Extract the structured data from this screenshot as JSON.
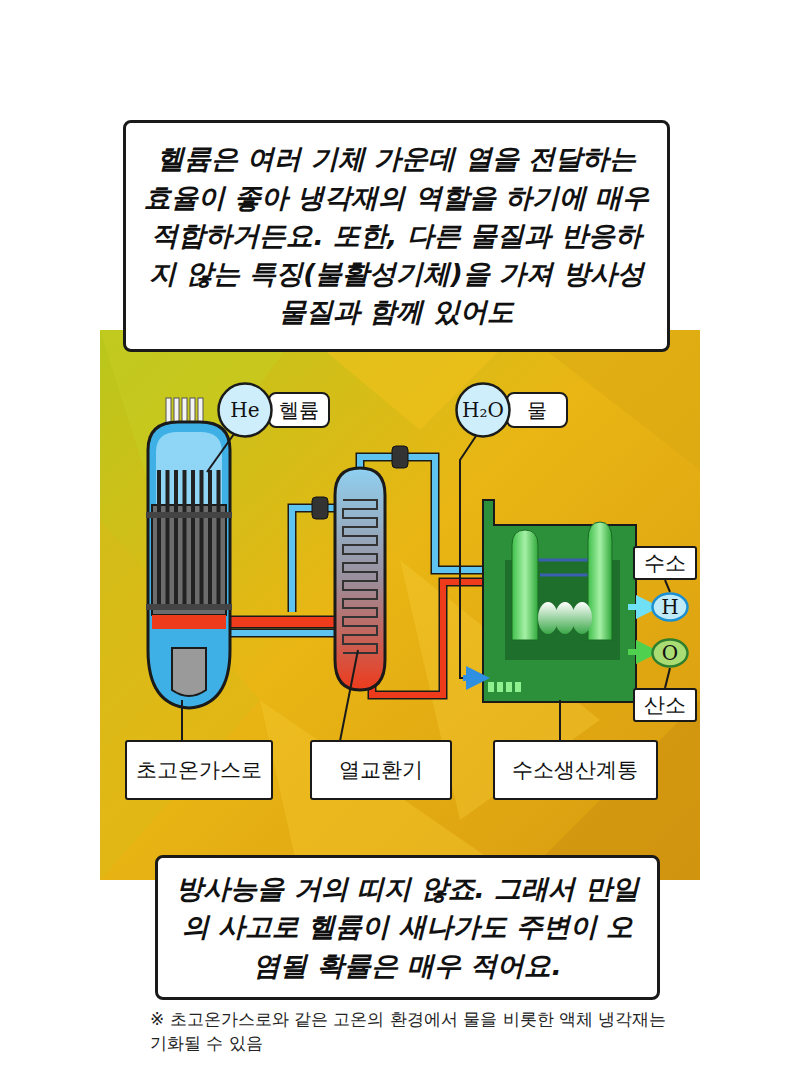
{
  "diagram": {
    "nodes": [
      {
        "text": [
          "헬륨은 여러 기체 가운데 열을 전달하는 효율이 좋아 냉각재의 역할을 하기에 매우 적합하거든요. 또한, 다른 물질과 반응하지 않는 특징(불활성기체)을 가져 방사성물질과 함께 있어도"
        ]
      },
      {
        "text": [
          "He"
        ]
      },
      {
        "text": [
          "헬륨"
        ]
      },
      {
        "text": [
          "H₂O"
        ]
      },
      {
        "text": [
          "물"
        ]
      },
      {
        "text": [
          "수소"
        ]
      },
      {
        "text": [
          "H"
        ]
      },
      {
        "text": [
          "O"
        ]
      },
      {
        "text": [
          "산소"
        ]
      },
      {
        "text": [
          "초고온가스로"
        ]
      },
      {
        "text": [
          "열교환기"
        ]
      },
      {
        "text": [
          "수소생산계통"
        ]
      },
      {
        "text": [
          "방사능을 거의 띠지 않죠. 그래서 만일의 사고로 헬륨이 새나가도 주변이 오염될 확률은 매우 적어요."
        ]
      }
    ],
    "edges": [
      {
        "from": 5,
        "to": 6,
        "arrow": "none"
      },
      {
        "from": 7,
        "to": 8,
        "arrow": "none"
      }
    ],
    "labels": [
      "※ 초고온가스로와 같은 고온의 환경에서 물을 비롯한 액체 냉각재는 기화될 수 있음"
    ]
  }
}
